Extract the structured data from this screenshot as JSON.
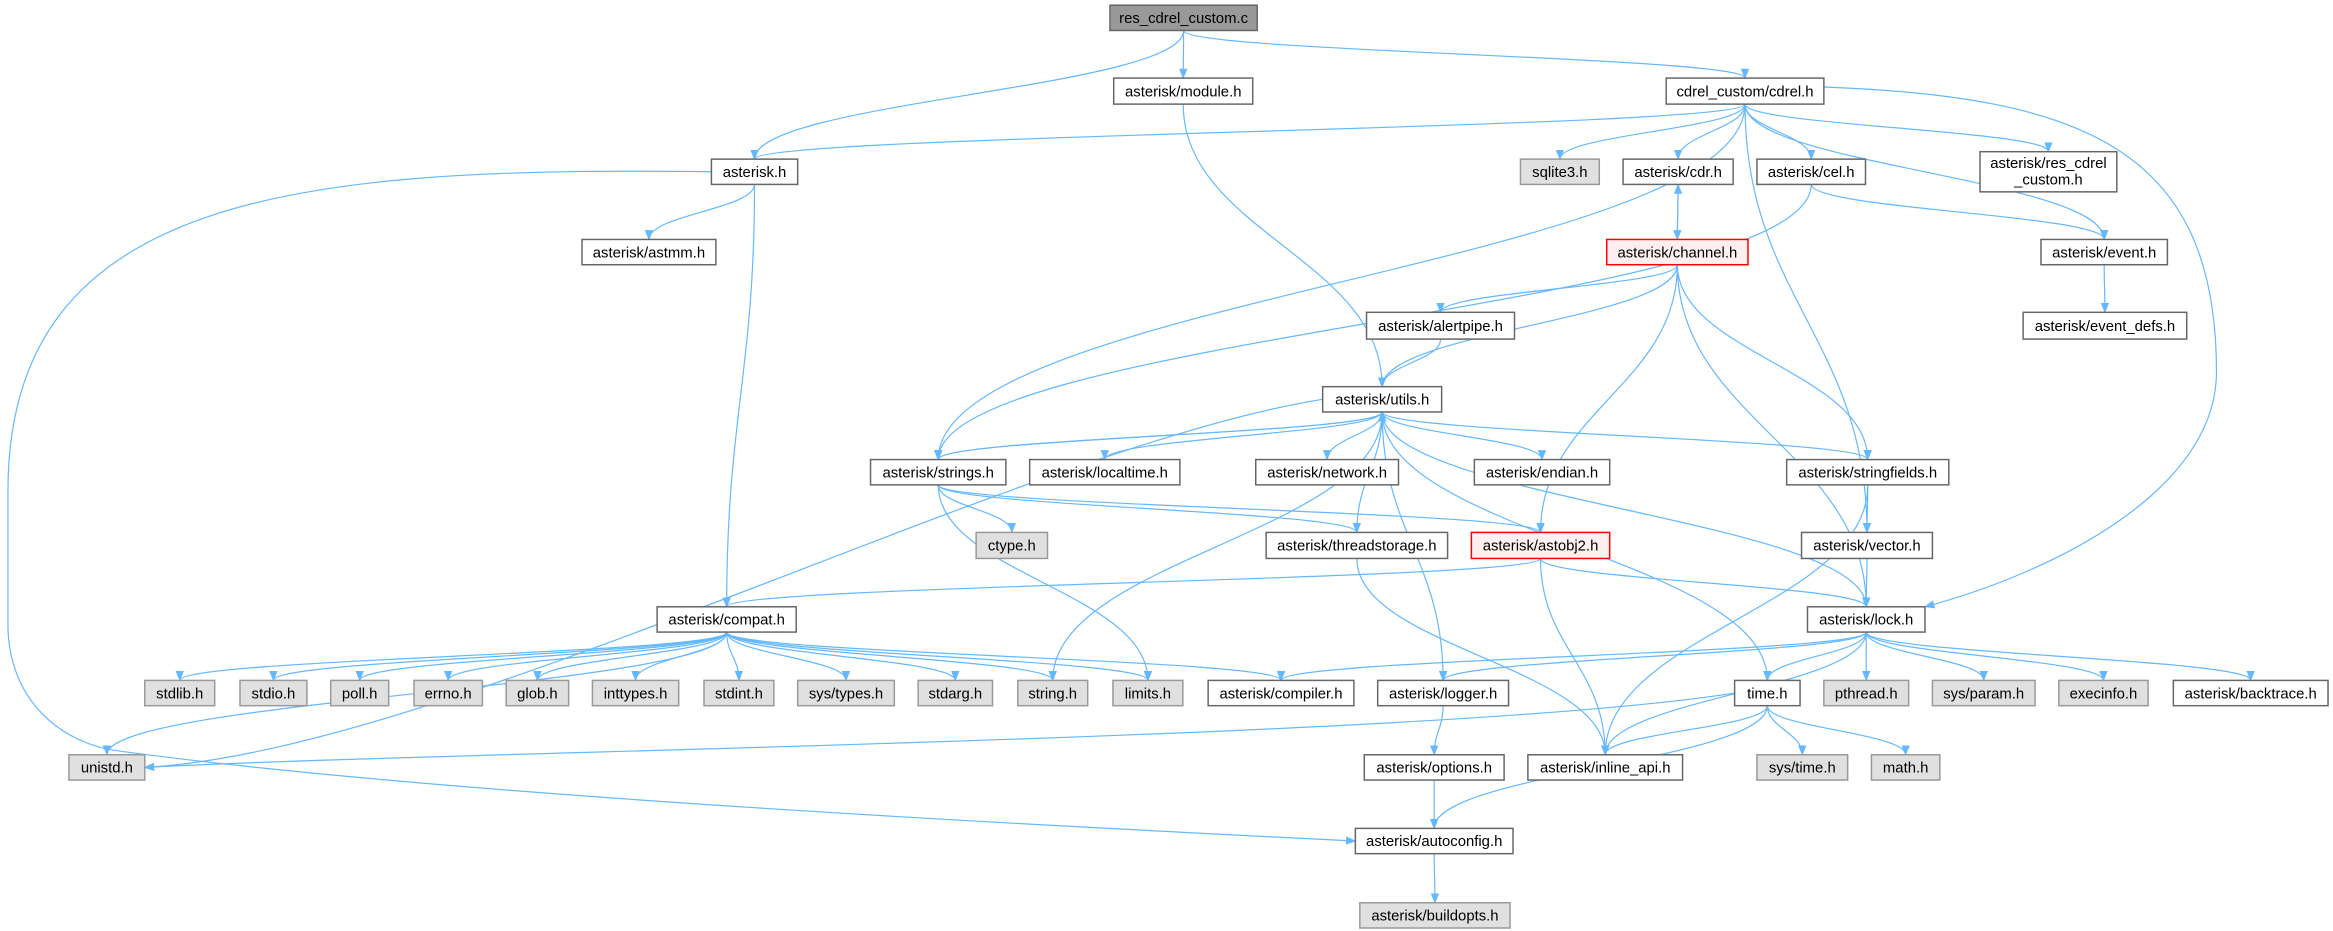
{
  "graph": {
    "title": "Include dependency graph for res_cdrel_custom.c",
    "colors": {
      "edge": "#63b8ff",
      "root_fill": "#999999",
      "node_border": "#666666",
      "external_fill": "#e0e0e0",
      "external_border": "#999999",
      "incomplete_border": "#ff0000",
      "incomplete_fill": "#fff0f0"
    },
    "nodes": {
      "res": {
        "label": "res_cdrel_custom.c",
        "kind": "root"
      },
      "module": {
        "label": "asterisk/module.h",
        "kind": "normal"
      },
      "cdrel": {
        "label": "cdrel_custom/cdrel.h",
        "kind": "normal"
      },
      "asterisk": {
        "label": "asterisk.h",
        "kind": "normal"
      },
      "sqlite": {
        "label": "sqlite3.h",
        "kind": "external"
      },
      "cdr": {
        "label": "asterisk/cdr.h",
        "kind": "normal"
      },
      "cel": {
        "label": "asterisk/cel.h",
        "kind": "normal"
      },
      "rescustom": {
        "label": "asterisk/res_cdrel",
        "label2": "_custom.h",
        "kind": "normal"
      },
      "astmm": {
        "label": "asterisk/astmm.h",
        "kind": "normal"
      },
      "channel": {
        "label": "asterisk/channel.h",
        "kind": "incomplete"
      },
      "event": {
        "label": "asterisk/event.h",
        "kind": "normal"
      },
      "eventdefs": {
        "label": "asterisk/event_defs.h",
        "kind": "normal"
      },
      "alertpipe": {
        "label": "asterisk/alertpipe.h",
        "kind": "normal"
      },
      "utils": {
        "label": "asterisk/utils.h",
        "kind": "normal"
      },
      "strings": {
        "label": "asterisk/strings.h",
        "kind": "normal"
      },
      "localtime": {
        "label": "asterisk/localtime.h",
        "kind": "normal"
      },
      "network": {
        "label": "asterisk/network.h",
        "kind": "normal"
      },
      "endian": {
        "label": "asterisk/endian.h",
        "kind": "normal"
      },
      "stringfields": {
        "label": "asterisk/stringfields.h",
        "kind": "normal"
      },
      "ctype": {
        "label": "ctype.h",
        "kind": "external"
      },
      "threadstorage": {
        "label": "asterisk/threadstorage.h",
        "kind": "normal"
      },
      "astobj2": {
        "label": "asterisk/astobj2.h",
        "kind": "incomplete"
      },
      "vector": {
        "label": "asterisk/vector.h",
        "kind": "normal"
      },
      "compat": {
        "label": "asterisk/compat.h",
        "kind": "normal"
      },
      "lock": {
        "label": "asterisk/lock.h",
        "kind": "normal"
      },
      "stdlib": {
        "label": "stdlib.h",
        "kind": "external"
      },
      "stdio": {
        "label": "stdio.h",
        "kind": "external"
      },
      "poll": {
        "label": "poll.h",
        "kind": "external"
      },
      "errno": {
        "label": "errno.h",
        "kind": "external"
      },
      "glob": {
        "label": "glob.h",
        "kind": "external"
      },
      "inttypes": {
        "label": "inttypes.h",
        "kind": "external"
      },
      "stdint": {
        "label": "stdint.h",
        "kind": "external"
      },
      "systypes": {
        "label": "sys/types.h",
        "kind": "external"
      },
      "stdarg": {
        "label": "stdarg.h",
        "kind": "external"
      },
      "string": {
        "label": "string.h",
        "kind": "external"
      },
      "limits": {
        "label": "limits.h",
        "kind": "external"
      },
      "compiler": {
        "label": "asterisk/compiler.h",
        "kind": "normal"
      },
      "logger": {
        "label": "asterisk/logger.h",
        "kind": "normal"
      },
      "time": {
        "label": "time.h",
        "kind": "normal"
      },
      "pthread": {
        "label": "pthread.h",
        "kind": "external"
      },
      "sysparam": {
        "label": "sys/param.h",
        "kind": "external"
      },
      "execinfo": {
        "label": "execinfo.h",
        "kind": "external"
      },
      "backtrace": {
        "label": "asterisk/backtrace.h",
        "kind": "normal"
      },
      "unistd": {
        "label": "unistd.h",
        "kind": "external"
      },
      "options": {
        "label": "asterisk/options.h",
        "kind": "normal"
      },
      "inline": {
        "label": "asterisk/inline_api.h",
        "kind": "normal"
      },
      "systime": {
        "label": "sys/time.h",
        "kind": "external"
      },
      "math": {
        "label": "math.h",
        "kind": "external"
      },
      "autoconfig": {
        "label": "asterisk/autoconfig.h",
        "kind": "normal"
      },
      "buildopts": {
        "label": "asterisk/buildopts.h",
        "kind": "external"
      }
    },
    "edges": [
      [
        "res",
        "asterisk"
      ],
      [
        "res",
        "module"
      ],
      [
        "res",
        "cdrel"
      ],
      [
        "module",
        "utils"
      ],
      [
        "cdrel",
        "asterisk"
      ],
      [
        "cdrel",
        "strings"
      ],
      [
        "cdrel",
        "sqlite"
      ],
      [
        "cdrel",
        "cdr"
      ],
      [
        "cdrel",
        "cel"
      ],
      [
        "cdrel",
        "rescustom"
      ],
      [
        "cdrel",
        "event"
      ],
      [
        "cdrel",
        "vector"
      ],
      [
        "cdrel",
        "lock"
      ],
      [
        "asterisk",
        "astmm"
      ],
      [
        "asterisk",
        "compat"
      ],
      [
        "asterisk",
        "autoconfig"
      ],
      [
        "cdr",
        "channel"
      ],
      [
        "channel",
        "cdr"
      ],
      [
        "cel",
        "strings"
      ],
      [
        "cel",
        "event"
      ],
      [
        "event",
        "eventdefs"
      ],
      [
        "channel",
        "alertpipe"
      ],
      [
        "channel",
        "utils"
      ],
      [
        "channel",
        "astobj2"
      ],
      [
        "channel",
        "stringfields"
      ],
      [
        "channel",
        "lock"
      ],
      [
        "alertpipe",
        "utils"
      ],
      [
        "utils",
        "unistd"
      ],
      [
        "utils",
        "strings"
      ],
      [
        "utils",
        "localtime"
      ],
      [
        "utils",
        "network"
      ],
      [
        "utils",
        "endian"
      ],
      [
        "utils",
        "stringfields"
      ],
      [
        "utils",
        "lock"
      ],
      [
        "utils",
        "time"
      ],
      [
        "utils",
        "string"
      ],
      [
        "utils",
        "logger"
      ],
      [
        "strings",
        "utils"
      ],
      [
        "strings",
        "ctype"
      ],
      [
        "strings",
        "threadstorage"
      ],
      [
        "strings",
        "astobj2"
      ],
      [
        "strings",
        "limits"
      ],
      [
        "threadstorage",
        "utils"
      ],
      [
        "threadstorage",
        "inline"
      ],
      [
        "astobj2",
        "compat"
      ],
      [
        "astobj2",
        "lock"
      ],
      [
        "astobj2",
        "inline"
      ],
      [
        "stringfields",
        "vector"
      ],
      [
        "stringfields",
        "inline"
      ],
      [
        "vector",
        "lock"
      ],
      [
        "compat",
        "stdlib"
      ],
      [
        "compat",
        "stdio"
      ],
      [
        "compat",
        "poll"
      ],
      [
        "compat",
        "errno"
      ],
      [
        "compat",
        "glob"
      ],
      [
        "compat",
        "inttypes"
      ],
      [
        "compat",
        "stdint"
      ],
      [
        "compat",
        "systypes"
      ],
      [
        "compat",
        "stdarg"
      ],
      [
        "compat",
        "string"
      ],
      [
        "compat",
        "limits"
      ],
      [
        "compat",
        "compiler"
      ],
      [
        "compat",
        "unistd"
      ],
      [
        "lock",
        "compiler"
      ],
      [
        "lock",
        "logger"
      ],
      [
        "lock",
        "time"
      ],
      [
        "lock",
        "inline"
      ],
      [
        "lock",
        "pthread"
      ],
      [
        "lock",
        "sysparam"
      ],
      [
        "lock",
        "execinfo"
      ],
      [
        "lock",
        "backtrace"
      ],
      [
        "time",
        "unistd"
      ],
      [
        "time",
        "inline"
      ],
      [
        "time",
        "systime"
      ],
      [
        "time",
        "math"
      ],
      [
        "time",
        "autoconfig"
      ],
      [
        "logger",
        "options"
      ],
      [
        "options",
        "autoconfig"
      ],
      [
        "autoconfig",
        "buildopts"
      ]
    ]
  }
}
